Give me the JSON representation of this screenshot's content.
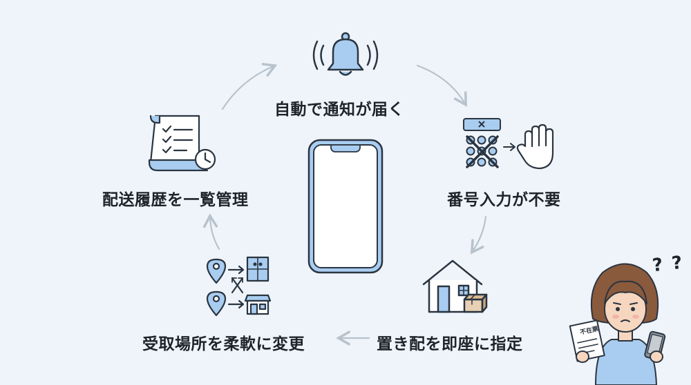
{
  "steps": {
    "notify": "自動で通知が届く",
    "no_key": "番号入力が不要",
    "place": "置き配を即座に指定",
    "change_location": "受取場所を柔軟に変更",
    "history": "配送履歴を一覧管理"
  },
  "person": {
    "paper_label": "不在票",
    "thought": "? ?"
  },
  "colors": {
    "background": "#eef4fa",
    "accent_blue": "#a9cdf0",
    "stroke": "#2a3440",
    "arrow": "#b8c2cc"
  },
  "icons": {
    "notify": "bell-icon",
    "no_key": "keypad-cross-icon",
    "place": "house-package-icon",
    "change_location": "location-switch-icon",
    "history": "checklist-clock-icon",
    "center": "smartphone-icon"
  }
}
